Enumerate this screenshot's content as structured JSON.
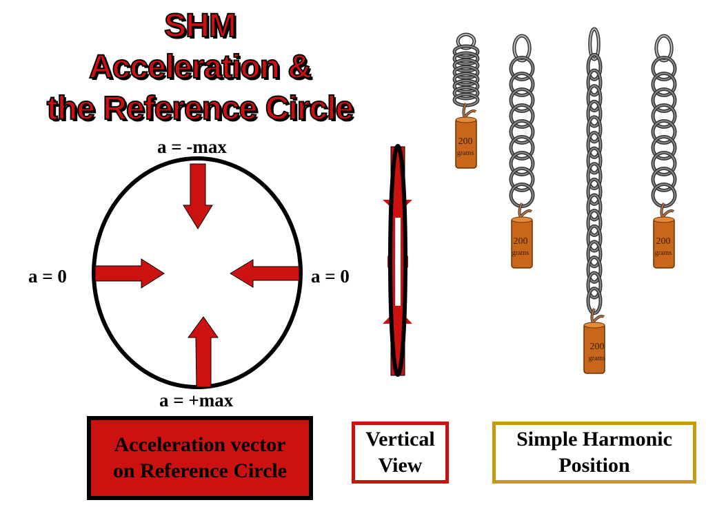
{
  "title": {
    "line1": "SHM",
    "line2": "Acceleration &",
    "line3": "the Reference Circle"
  },
  "labels": {
    "top": "a = -max",
    "bottom": "a = +max",
    "left": "a = 0",
    "right": "a = 0"
  },
  "boxes": {
    "accel_line1": "Acceleration vector",
    "accel_line2": "on Reference Circle",
    "vertical_line1": "Vertical",
    "vertical_line2": "View",
    "shm_line1": "Simple Harmonic",
    "shm_line2": "Position"
  },
  "weights": {
    "mass": "200",
    "unit": "grams"
  },
  "colors": {
    "arrow_red": "#cc1111",
    "circle": "#000000",
    "weight_brown": "#c8661c",
    "spring_gray": "#8a8a8a",
    "gold_border": "#c89a12"
  }
}
